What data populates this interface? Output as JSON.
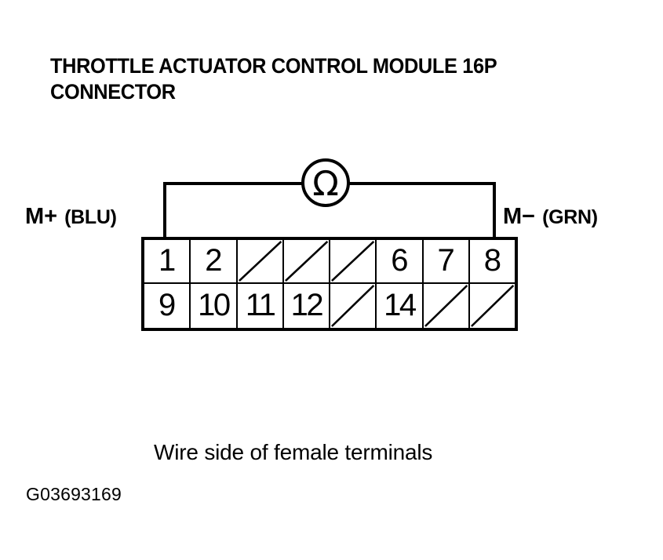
{
  "figure": {
    "title": "THROTTLE ACTUATOR CONTROL MODULE 16P\nCONNECTOR",
    "caption": "Wire side of female terminals",
    "figure_id": "G03693169",
    "line_color": "#000000",
    "background_color": "#ffffff"
  },
  "meter": {
    "symbol": "Ω",
    "name": "ohmmeter"
  },
  "probes": {
    "left": {
      "terminal_label": "M",
      "sign": "+",
      "wire_color": "(BLU)",
      "full_text": "M+ (BLU)",
      "connects_to_terminal": "1"
    },
    "right": {
      "terminal_label": "M",
      "sign": "−",
      "wire_color": "(GRN)",
      "full_text": "M− (GRN)",
      "connects_to_terminal": "8"
    }
  },
  "connector": {
    "pin_count": "16",
    "rows": [
      {
        "name": "top-row",
        "cells": [
          {
            "label": "1",
            "blank": false
          },
          {
            "label": "2",
            "blank": false
          },
          {
            "label": "",
            "blank": true
          },
          {
            "label": "",
            "blank": true
          },
          {
            "label": "",
            "blank": true
          },
          {
            "label": "6",
            "blank": false
          },
          {
            "label": "7",
            "blank": false
          },
          {
            "label": "8",
            "blank": false
          }
        ]
      },
      {
        "name": "bottom-row",
        "cells": [
          {
            "label": "9",
            "blank": false
          },
          {
            "label": "10",
            "blank": false
          },
          {
            "label": "11",
            "blank": false
          },
          {
            "label": "12",
            "blank": false
          },
          {
            "label": "",
            "blank": true
          },
          {
            "label": "14",
            "blank": false
          },
          {
            "label": "",
            "blank": true
          },
          {
            "label": "",
            "blank": true
          }
        ]
      }
    ]
  }
}
